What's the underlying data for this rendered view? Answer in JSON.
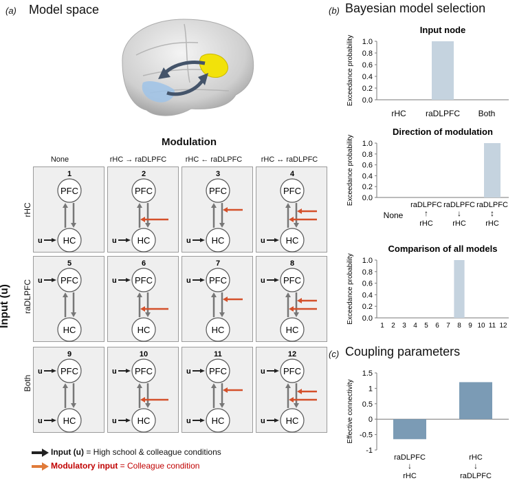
{
  "panel_a": {
    "letter": "(a)",
    "title": "Model space",
    "modulation_title": "Modulation",
    "input_axis_label": "Input (u)",
    "columns": [
      "None",
      "rHC → raDLPFC",
      "rHC ← raDLPFC",
      "rHC ↔ raDLPFC"
    ],
    "rows": [
      "rHC",
      "raDLPFC",
      "Both"
    ],
    "node_top": "PFC",
    "node_bottom": "HC",
    "input_symbol": "u",
    "models": [
      {
        "num": "1",
        "input": "hc",
        "mod": "none"
      },
      {
        "num": "2",
        "input": "hc",
        "mod": "up"
      },
      {
        "num": "3",
        "input": "hc",
        "mod": "down"
      },
      {
        "num": "4",
        "input": "hc",
        "mod": "both"
      },
      {
        "num": "5",
        "input": "pfc",
        "mod": "none"
      },
      {
        "num": "6",
        "input": "pfc",
        "mod": "up"
      },
      {
        "num": "7",
        "input": "pfc",
        "mod": "down"
      },
      {
        "num": "8",
        "input": "pfc",
        "mod": "both"
      },
      {
        "num": "9",
        "input": "both",
        "mod": "none"
      },
      {
        "num": "10",
        "input": "both",
        "mod": "up"
      },
      {
        "num": "11",
        "input": "both",
        "mod": "down"
      },
      {
        "num": "12",
        "input": "both",
        "mod": "both"
      }
    ],
    "legend": {
      "input_bold": "Input (u)",
      "input_rest": " = High school & colleague conditions",
      "mod_bold": "Modulatory input",
      "mod_rest": " = Colleague condition"
    },
    "colors": {
      "input_arrow": "#222222",
      "mod_arrow": "#d4502a",
      "mod_text": "#c00000",
      "cell_bg": "#efefef"
    }
  },
  "panel_b": {
    "letter": "(b)",
    "title": "Bayesian model selection"
  },
  "panel_c": {
    "letter": "(c)",
    "title": "Coupling parameters"
  },
  "chart_data": [
    {
      "type": "bar",
      "title": "Input node",
      "ylabel": "Exceedance probability",
      "categories": [
        "rHC",
        "raDLPFC",
        "Both"
      ],
      "values": [
        0,
        1,
        0
      ],
      "ylim": [
        0,
        1
      ],
      "yticks": [
        "0.0",
        "0.2",
        "0.4",
        "0.6",
        "0.8",
        "1.0"
      ],
      "color": "#c5d3df"
    },
    {
      "type": "bar",
      "title": "Direction of modulation",
      "ylabel": "Exceedance probability",
      "categories": [
        "None",
        "raDLPFC ↑ rHC",
        "raDLPFC ↓ rHC",
        "raDLPFC ↕ rHC"
      ],
      "values": [
        0,
        0,
        0,
        1
      ],
      "ylim": [
        0,
        1
      ],
      "yticks": [
        "0.0",
        "0.2",
        "0.4",
        "0.6",
        "0.8",
        "1.0"
      ],
      "color": "#c5d3df"
    },
    {
      "type": "bar",
      "title": "Comparison of all models",
      "ylabel": "Exceedance probability",
      "categories": [
        "1",
        "2",
        "3",
        "4",
        "5",
        "6",
        "7",
        "8",
        "9",
        "10",
        "11",
        "12"
      ],
      "values": [
        0,
        0,
        0,
        0,
        0,
        0,
        0,
        1,
        0,
        0,
        0,
        0
      ],
      "ylim": [
        0,
        1
      ],
      "yticks": [
        "0.0",
        "0.2",
        "0.4",
        "0.6",
        "0.8",
        "1.0"
      ],
      "color": "#c5d3df"
    },
    {
      "type": "bar",
      "title": "",
      "ylabel": "Effective connectivity",
      "categories": [
        "raDLPFC ↓ rHC",
        "rHC ↓ raDLPFC"
      ],
      "values": [
        -0.65,
        1.2
      ],
      "ylim": [
        -1,
        1.5
      ],
      "yticks": [
        "-1",
        "-0.5",
        "0",
        "0.5",
        "1",
        "1.5"
      ],
      "color": "#7b9bb5"
    }
  ]
}
